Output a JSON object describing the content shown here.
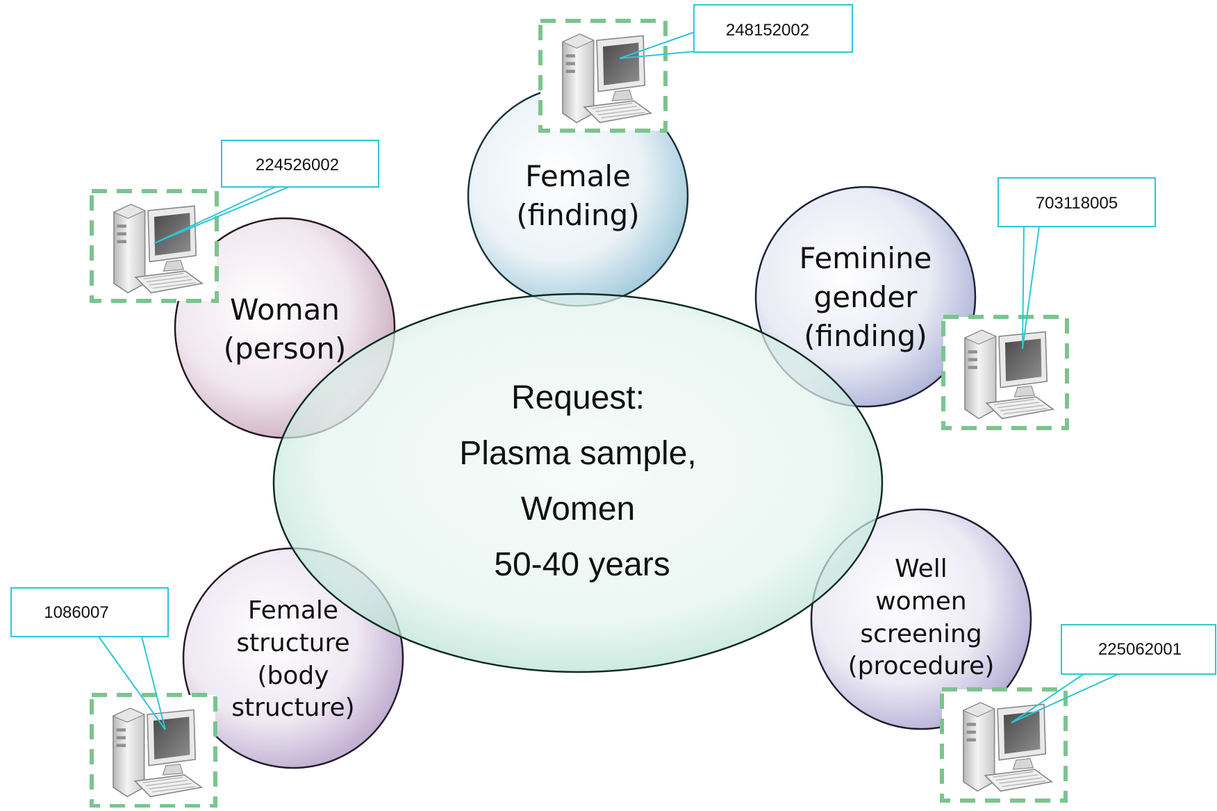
{
  "center": {
    "lines": [
      "Request:",
      "Plasma sample,",
      "Women",
      "50-40 years"
    ],
    "color": "#5bbfa6"
  },
  "concepts": [
    {
      "key": "female-finding",
      "lines": [
        "Female",
        "(finding)"
      ],
      "code": "248152002",
      "color": "#4a90b0"
    },
    {
      "key": "woman-person",
      "lines": [
        "Woman",
        "(person)"
      ],
      "code": "224526002",
      "color": "#8a5a7a"
    },
    {
      "key": "feminine-gender",
      "lines": [
        "Feminine",
        "gender",
        "(finding)"
      ],
      "code": "703118005",
      "color": "#5a6aa6"
    },
    {
      "key": "female-structure",
      "lines": [
        "Female",
        "structure",
        "(body",
        "structure)"
      ],
      "code": "1086007",
      "color": "#7a5a92"
    },
    {
      "key": "well-women-screening",
      "lines": [
        "Well",
        "women",
        "screening",
        "(procedure)"
      ],
      "code": "225062001",
      "color": "#6a5e9a"
    }
  ],
  "colors": {
    "callout_border": "#2ec6d6",
    "computer_frame": "#7cc48e"
  },
  "icons": [
    "computer-icon"
  ]
}
